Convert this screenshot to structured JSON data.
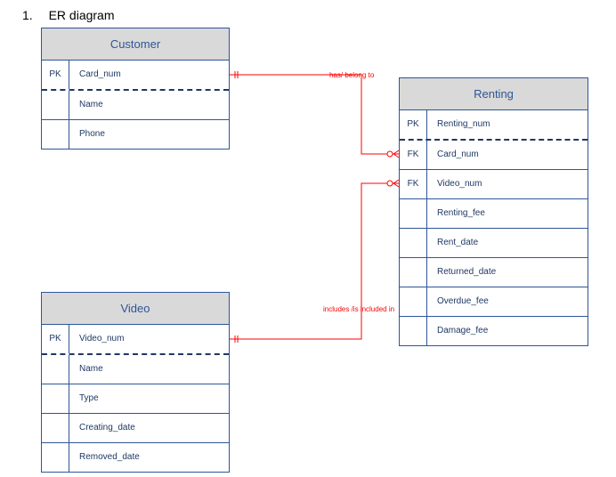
{
  "heading": {
    "number": "1.",
    "text": "ER diagram"
  },
  "entities": {
    "customer": {
      "name": "Customer",
      "rows": [
        {
          "key": "PK",
          "attr": "Card_num"
        },
        {
          "key": "",
          "attr": "Name"
        },
        {
          "key": "",
          "attr": "Phone"
        }
      ]
    },
    "renting": {
      "name": "Renting",
      "rows": [
        {
          "key": "PK",
          "attr": "Renting_num"
        },
        {
          "key": "FK",
          "attr": "Card_num"
        },
        {
          "key": "FK",
          "attr": "Video_num"
        },
        {
          "key": "",
          "attr": "Renting_fee"
        },
        {
          "key": "",
          "attr": "Rent_date"
        },
        {
          "key": "",
          "attr": "Returned_date"
        },
        {
          "key": "",
          "attr": "Overdue_fee"
        },
        {
          "key": "",
          "attr": "Damage_fee"
        }
      ]
    },
    "video": {
      "name": "Video",
      "rows": [
        {
          "key": "PK",
          "attr": "Video_num"
        },
        {
          "key": "",
          "attr": "Name"
        },
        {
          "key": "",
          "attr": "Type"
        },
        {
          "key": "",
          "attr": "Creating_date"
        },
        {
          "key": "",
          "attr": "Removed_date"
        }
      ]
    }
  },
  "relationships": {
    "customer_renting": {
      "label": "has/ belong to"
    },
    "video_renting": {
      "label": "includes /is included in"
    }
  },
  "colors": {
    "entity_border": "#2f5597",
    "entity_header_bg": "#d9d9d9",
    "entity_header_text": "#2f5597",
    "attribute_text": "#1f3864",
    "relationship_line": "#ff0000"
  }
}
